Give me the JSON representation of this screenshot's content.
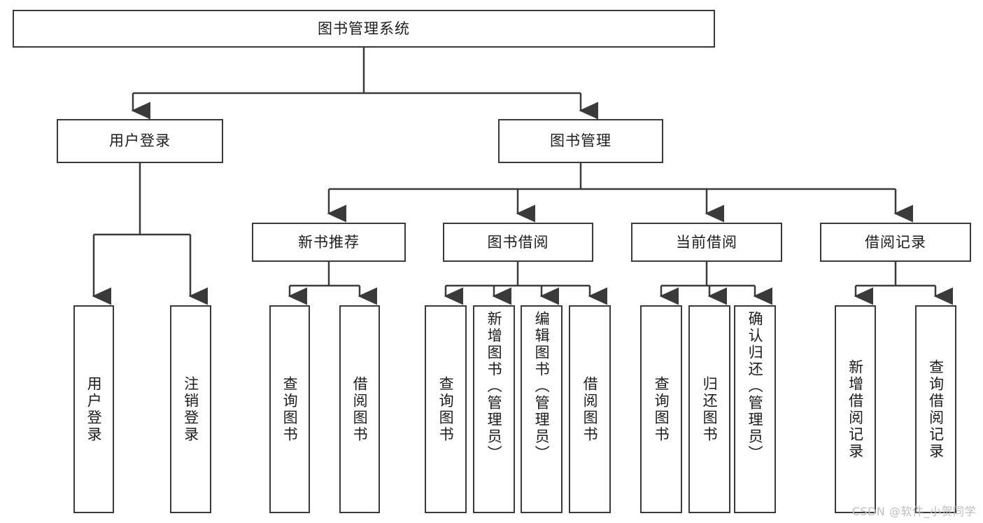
{
  "diagram": {
    "type": "tree",
    "title": "图书管理系统",
    "root": {
      "label": "图书管理系统"
    },
    "level1": [
      {
        "label": "用户登录"
      },
      {
        "label": "图书管理"
      }
    ],
    "level2": [
      {
        "label": "新书推荐"
      },
      {
        "label": "图书借阅"
      },
      {
        "label": "当前借阅"
      },
      {
        "label": "借阅记录"
      }
    ],
    "leaves": {
      "user_login": [
        {
          "label": "用户登录"
        },
        {
          "label": "注销登录"
        }
      ],
      "new_book_recommend": [
        {
          "label": "查询图书"
        },
        {
          "label": "借阅图书"
        }
      ],
      "book_borrow": [
        {
          "label": "查询图书"
        },
        {
          "label": "新增图书（管理员）"
        },
        {
          "label": "编辑图书（管理员）"
        },
        {
          "label": "借阅图书"
        }
      ],
      "current_borrow": [
        {
          "label": "查询图书"
        },
        {
          "label": "归还图书"
        },
        {
          "label": "确认归还（管理员）"
        }
      ],
      "borrow_record": [
        {
          "label": "新增借阅记录"
        },
        {
          "label": "查询借阅记录"
        }
      ]
    }
  },
  "watermark": {
    "text": "CSDN @软件_小贺同学"
  },
  "colors": {
    "stroke": "#3a3a3a",
    "background": "#ffffff",
    "text": "#1c1c1c",
    "watermark": "#bdbdbd"
  }
}
